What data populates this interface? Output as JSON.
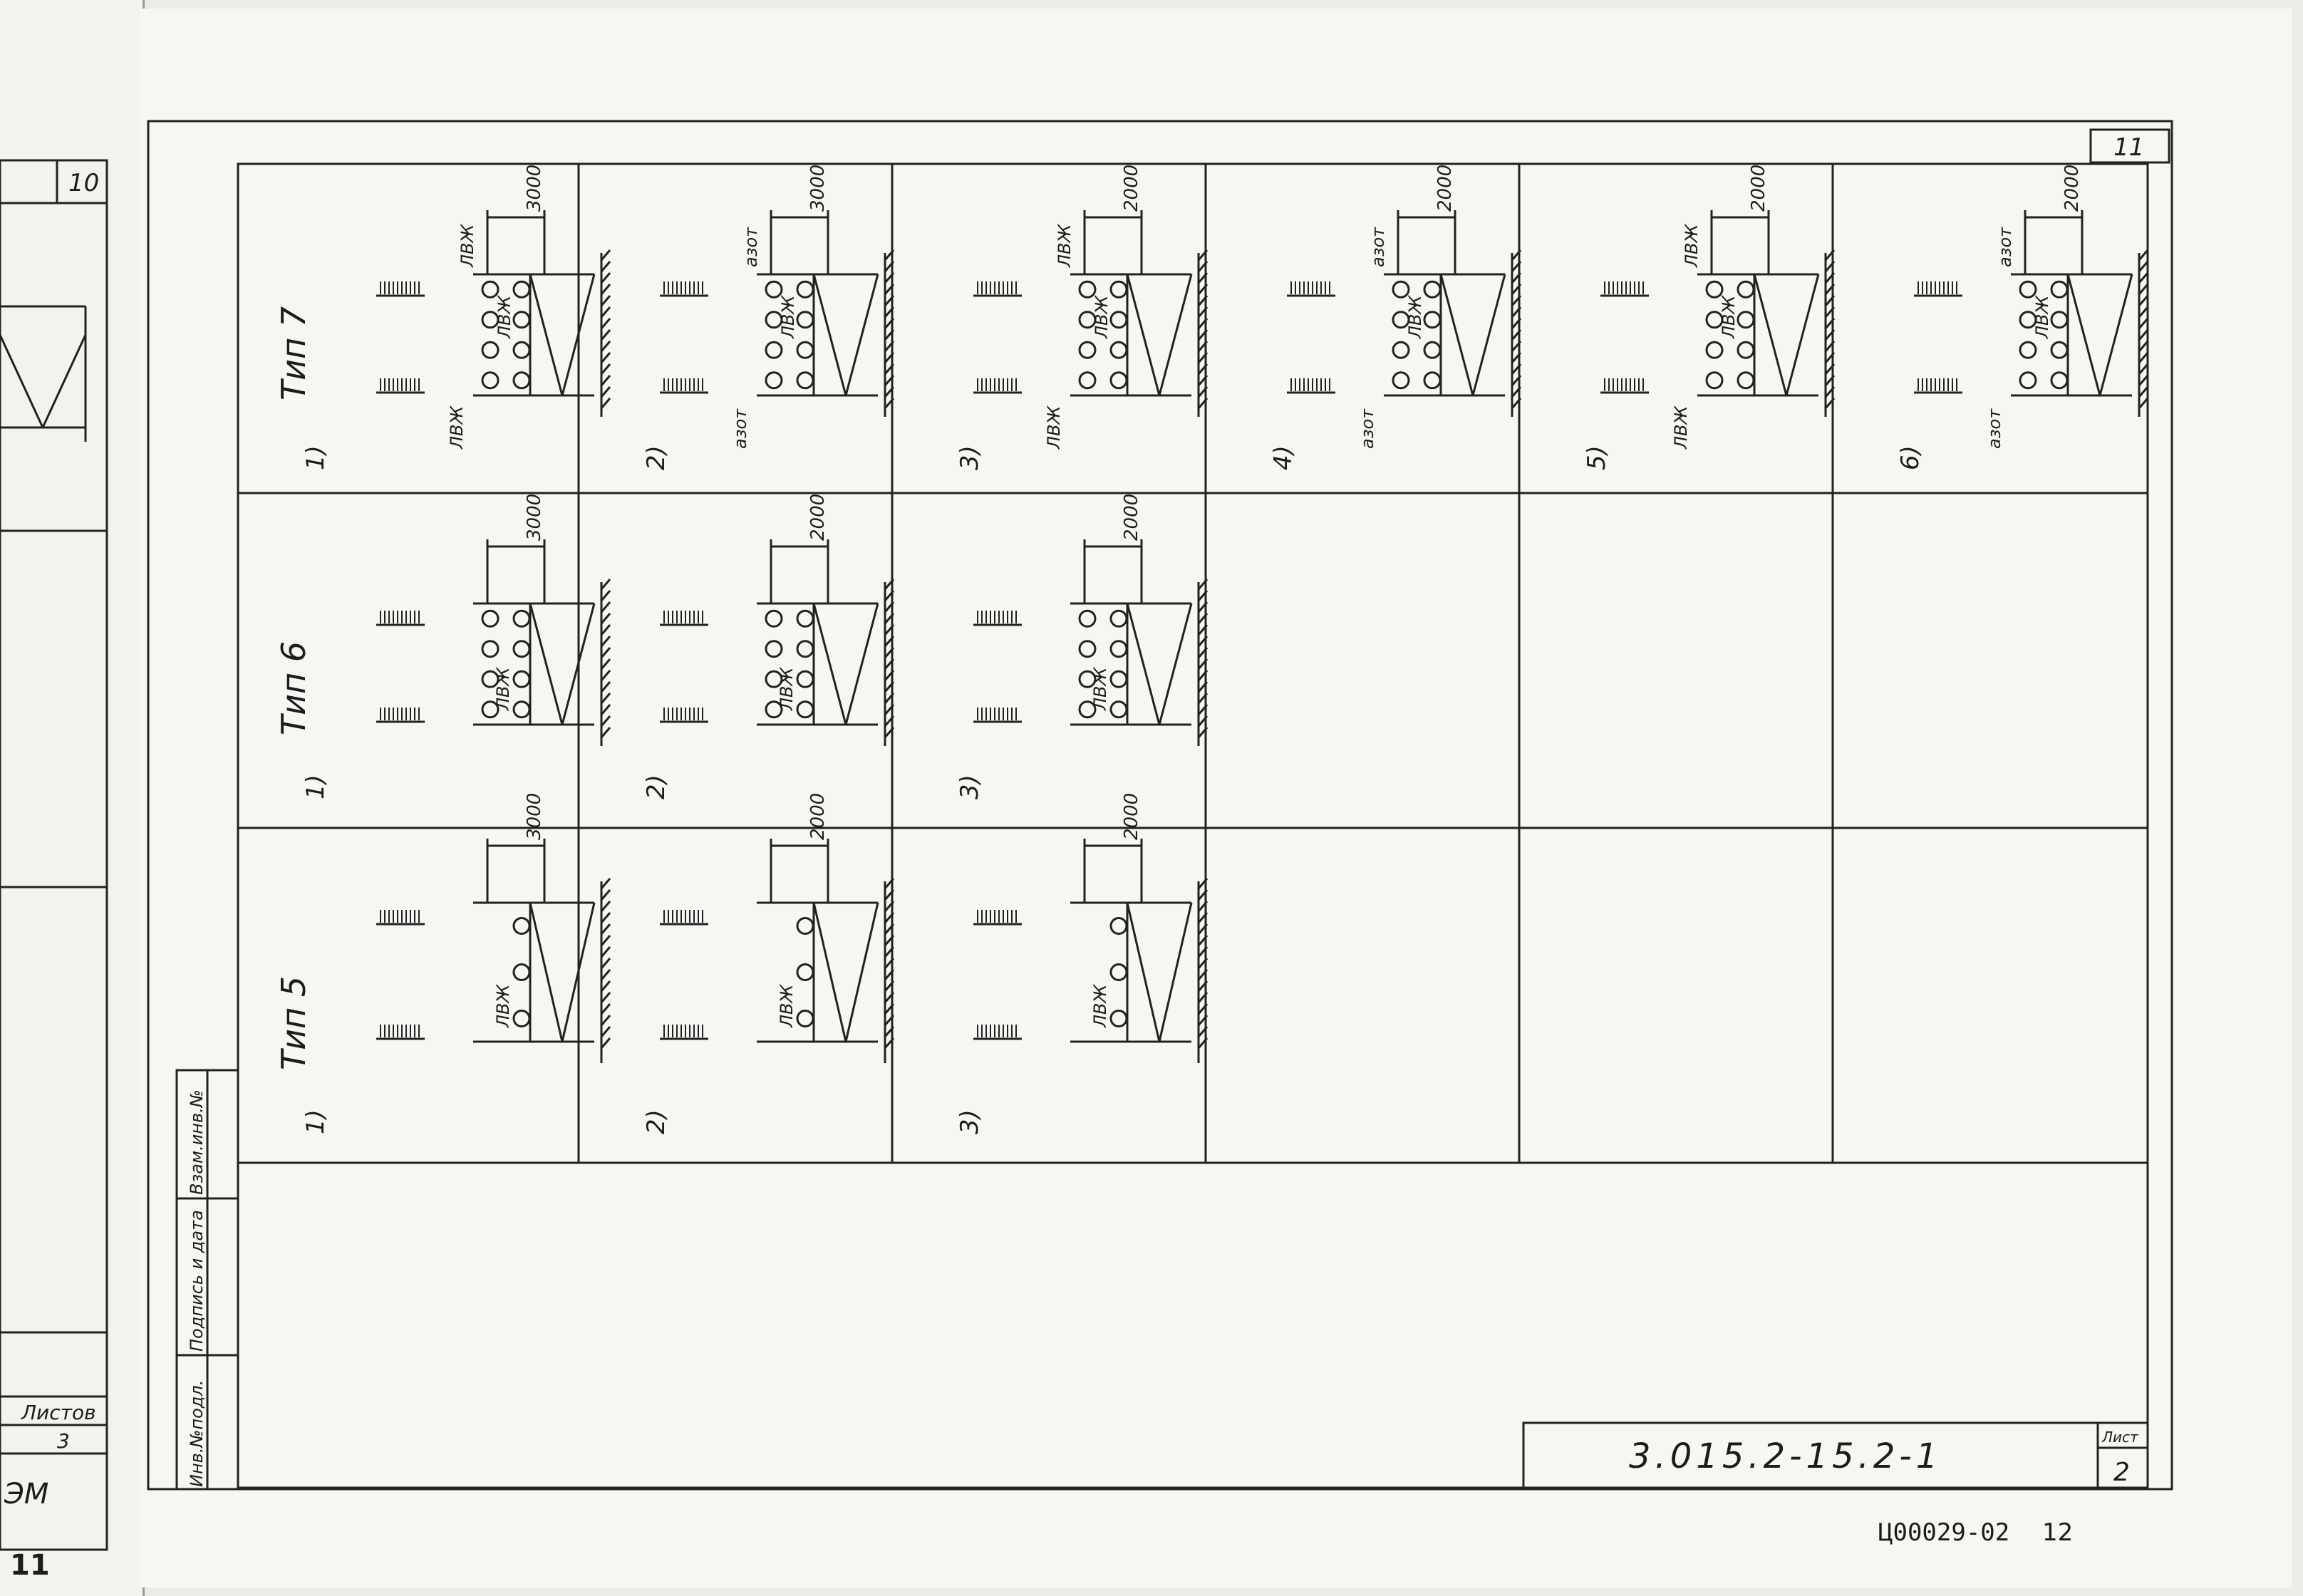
{
  "previous_sheet": {
    "page_number": "10",
    "sheets_label": "Листов",
    "sheets_count": "3",
    "fragment_text": "ЭМ",
    "bottom_number": "11"
  },
  "sheet": {
    "page_number": "11",
    "designation": "3.015.2-15.2-1",
    "sheet_label": "Лист",
    "sheet_number": "2",
    "stamp": "Ц00029-02",
    "stamp_suffix": "12"
  },
  "side_stamp": {
    "cells": [
      "Инв.№подл.",
      "Подпись и дата",
      "Взам.инв.№"
    ]
  },
  "rows": [
    {
      "type_label": "Тип 7",
      "cells": [
        {
          "number": "1)",
          "dimension": "3000",
          "labels": [
            "ЛВЖ",
            "ЛВЖ",
            "ЛВЖ"
          ]
        },
        {
          "number": "2)",
          "dimension": "3000",
          "labels": [
            "азот",
            "ЛВЖ",
            "азот"
          ]
        },
        {
          "number": "3)",
          "dimension": "2000",
          "labels": [
            "ЛВЖ",
            "ЛВЖ",
            "ЛВЖ"
          ]
        },
        {
          "number": "4)",
          "dimension": "2000",
          "labels": [
            "азот",
            "ЛВЖ",
            "азот"
          ]
        },
        {
          "number": "5)",
          "dimension": "2000",
          "labels": [
            "ЛВЖ",
            "ЛВЖ",
            "ЛВЖ"
          ]
        },
        {
          "number": "6)",
          "dimension": "2000",
          "labels": [
            "азот",
            "ЛВЖ",
            "азот"
          ]
        }
      ]
    },
    {
      "type_label": "Тип 6",
      "cells": [
        {
          "number": "1)",
          "dimension": "3000",
          "labels": [
            "ЛВЖ"
          ]
        },
        {
          "number": "2)",
          "dimension": "2000",
          "labels": [
            "ЛВЖ"
          ]
        },
        {
          "number": "3)",
          "dimension": "2000",
          "labels": [
            "ЛВЖ"
          ]
        }
      ]
    },
    {
      "type_label": "Тип 5",
      "cells": [
        {
          "number": "1)",
          "dimension": "3000",
          "labels": [
            "ЛВЖ"
          ]
        },
        {
          "number": "2)",
          "dimension": "2000",
          "labels": [
            "ЛВЖ"
          ]
        },
        {
          "number": "3)",
          "dimension": "2000",
          "labels": [
            "ЛВЖ"
          ]
        }
      ]
    }
  ]
}
